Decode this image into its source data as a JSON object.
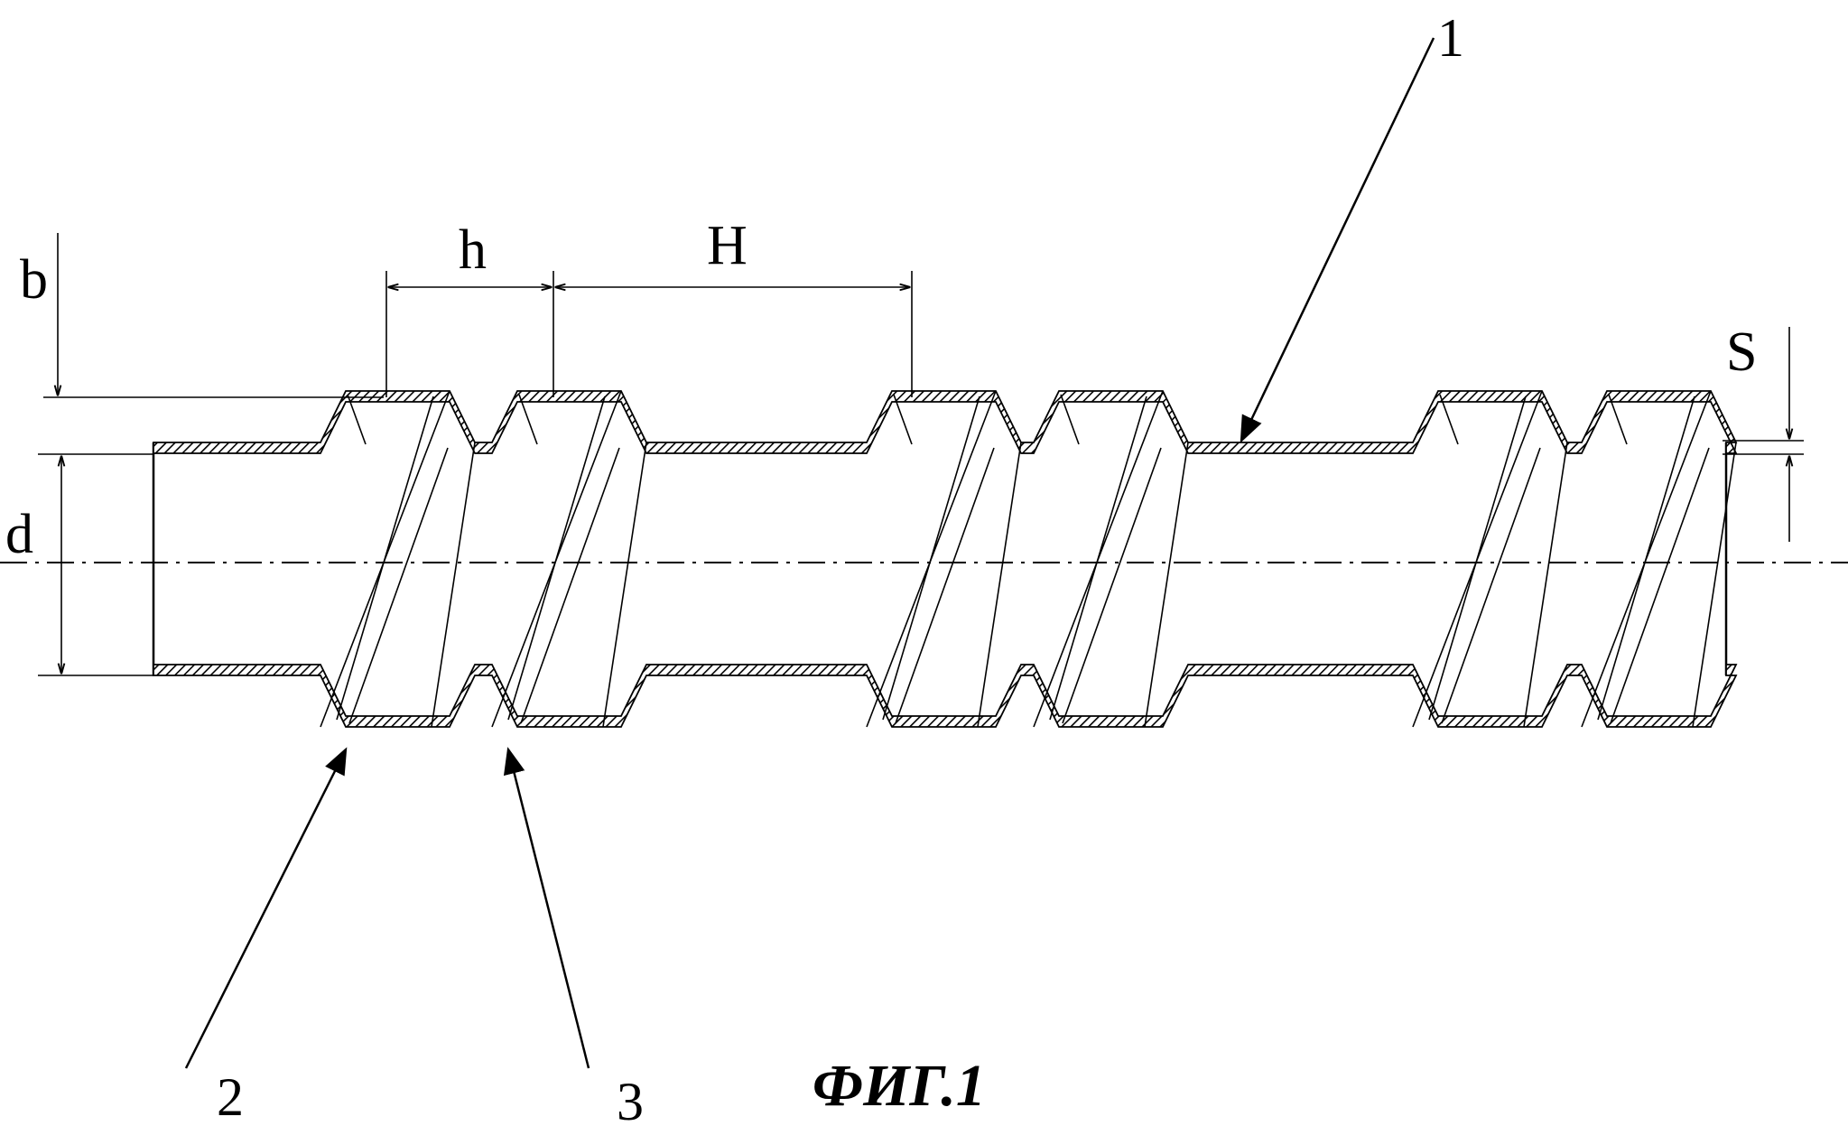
{
  "figure": {
    "caption": "ФИГ.1",
    "labels": {
      "tube": "1",
      "groove_start": "2",
      "groove_end": "3"
    },
    "dimensions": {
      "b": "b",
      "h": "h",
      "H": "H",
      "d": "d",
      "S": "S"
    },
    "groove_groups": 3,
    "grooves_per_group": 2
  }
}
